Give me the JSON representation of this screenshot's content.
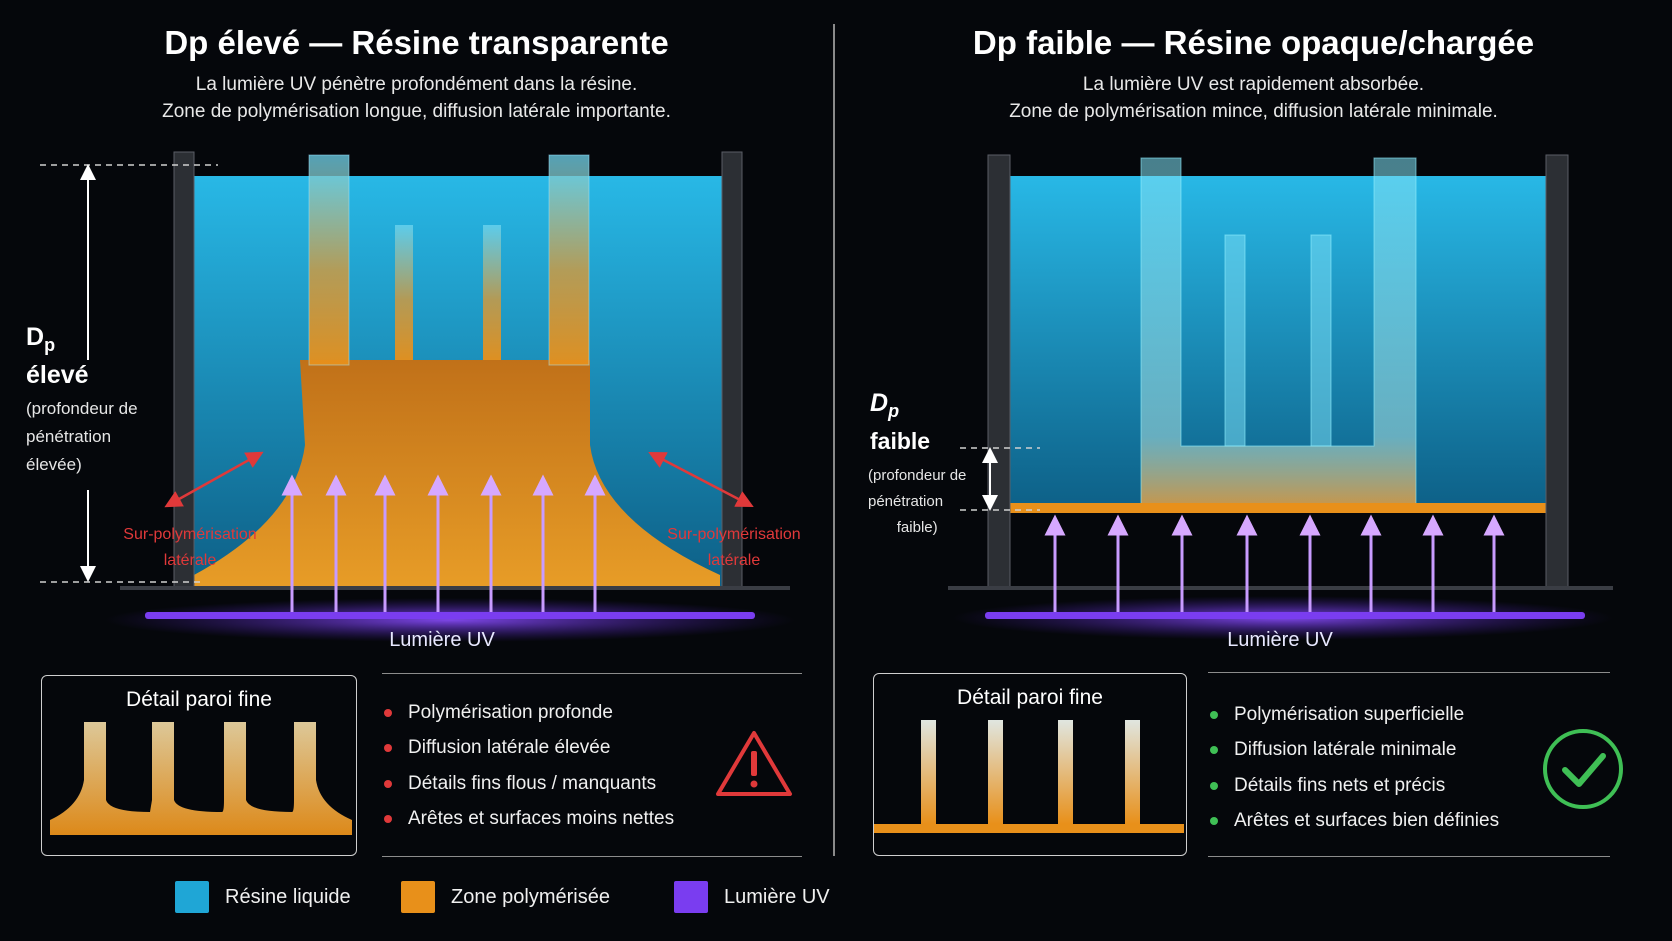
{
  "left": {
    "title": "Dp élevé — Résine transparente",
    "subtitle_1": "La lumière UV pénètre profondément dans la résine.",
    "subtitle_2": "Zone de polymérisation longue, diffusion latérale importante.",
    "dp_symbol": "D",
    "dp_subscript": "p",
    "dp_word": "élevé",
    "dp_desc_1": "(profondeur de",
    "dp_desc_2": "pénétration",
    "dp_desc_3": "élevée)",
    "overcure_1": "Sur-polymérisation",
    "overcure_2": "latérale",
    "uv_label": "Lumière UV",
    "detail_title": "Détail paroi fine",
    "bullets": [
      "Polymérisation profonde",
      "Diffusion latérale élevée",
      "Détails fins flous / manquants",
      "Arêtes et surfaces moins nettes"
    ],
    "bullet_color": "#e0393a",
    "status_icon": "warning-triangle-icon"
  },
  "right": {
    "title": "Dp faible — Résine opaque/chargée",
    "subtitle_1": "La lumière UV est rapidement absorbée.",
    "subtitle_2": "Zone de polymérisation mince, diffusion latérale minimale.",
    "dp_symbol": "D",
    "dp_subscript": "p",
    "dp_word": "faible",
    "dp_desc_1": "(profondeur de",
    "dp_desc_2": "pénétration",
    "dp_desc_3": "faible)",
    "uv_label": "Lumière UV",
    "detail_title": "Détail paroi fine",
    "bullets": [
      "Polymérisation superficielle",
      "Diffusion latérale minimale",
      "Détails fins nets et précis",
      "Arêtes et surfaces bien définies"
    ],
    "bullet_color": "#3fbf55",
    "status_icon": "check-circle-icon"
  },
  "legend": [
    {
      "label": "Résine liquide",
      "color": "#1fa6d6"
    },
    {
      "label": "Zone polymérisée",
      "color": "#e8901a"
    },
    {
      "label": "Lumière UV",
      "color": "#7a3df0"
    }
  ],
  "colors": {
    "resin": "#1a8fbf",
    "cured": "#e8901a",
    "uv": "#7a3df0",
    "warning": "#e0393a",
    "ok": "#3fbf55"
  }
}
